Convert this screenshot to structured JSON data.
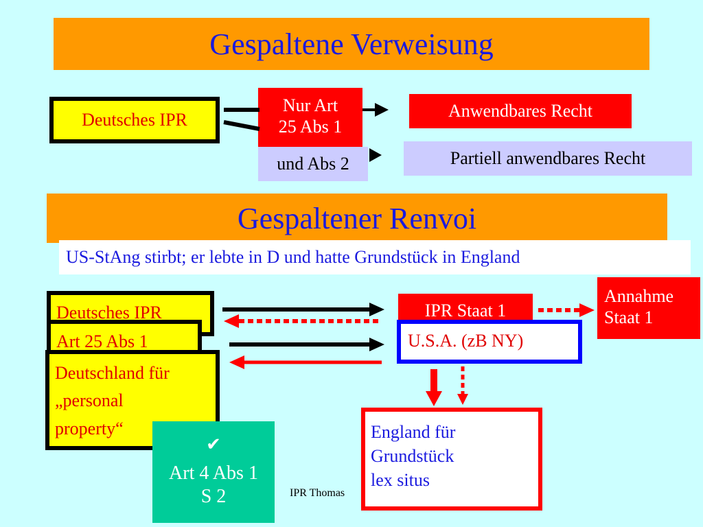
{
  "section1": {
    "title": "Gespaltene Verweisung",
    "ipr_label": "Deutsches IPR",
    "nur_art_line1": "Nur Art",
    "nur_art_line2": "25 Abs 1",
    "und_abs": "und Abs 2",
    "anwendbares": "Anwendbares Recht",
    "partiell": "Partiell anwendbares Recht"
  },
  "section2": {
    "title": "Gespaltener Renvoi",
    "case_text": "US-StAng stirbt; er lebte in D und hatte Grundstück in England",
    "left_box1": "Deutsches IPR",
    "left_box2": "Art 25 Abs 1",
    "left_box3_line1": "Deutschland für",
    "left_box3_line2": "„personal",
    "left_box3_line3": "property“",
    "check_glyph": "✔",
    "green_line1": "Art 4 Abs 1",
    "green_line2": "S 2",
    "ipr_staat": "IPR Staat 1",
    "usa": "U.S.A. (zB NY)",
    "annahme_line1": "Annahme",
    "annahme_line2": "Staat 1",
    "england_line1": "England für",
    "england_line2": "Grundstück",
    "england_line3": "lex situs"
  },
  "footer": {
    "author": "IPR Thomas"
  },
  "colors": {
    "background": "#ccffff",
    "title_band": "#ff9900",
    "title_text": "#1a1adf",
    "red": "#ff0000",
    "yellow": "#ffff00",
    "green": "#00cc99",
    "lavender": "#ccccff"
  }
}
